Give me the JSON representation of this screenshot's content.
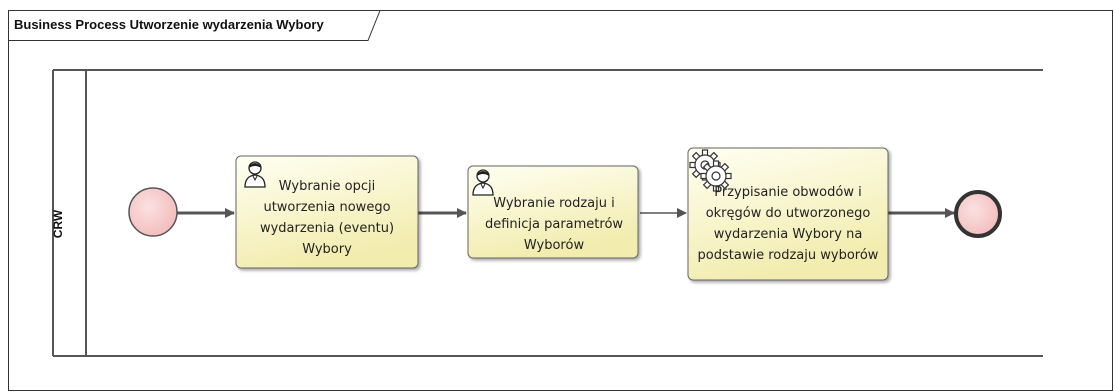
{
  "frame": {
    "title": "Business Process Utworzenie wydarzenia Wybory"
  },
  "lane": {
    "label": "CRW"
  },
  "tasks": [
    {
      "type": "user",
      "icon": "user-icon",
      "label": "Wybranie opcji utworzenia nowego wydarzenia (eventu) Wybory"
    },
    {
      "type": "user",
      "icon": "user-icon",
      "label": "Wybranie rodzaju i definicja parametrów Wyborów"
    },
    {
      "type": "service",
      "icon": "gear-icon",
      "label": "Przypisanie obwodów i okręgów do utworzonego wydarzenia Wybory na podstawie rodzaju wyborów"
    }
  ],
  "colors": {
    "task_fill_top": "#fffff2",
    "task_fill_bottom": "#f2ecae",
    "event_fill": "#f6c9c9",
    "event_stroke": "#444444",
    "flow": "#555555"
  }
}
